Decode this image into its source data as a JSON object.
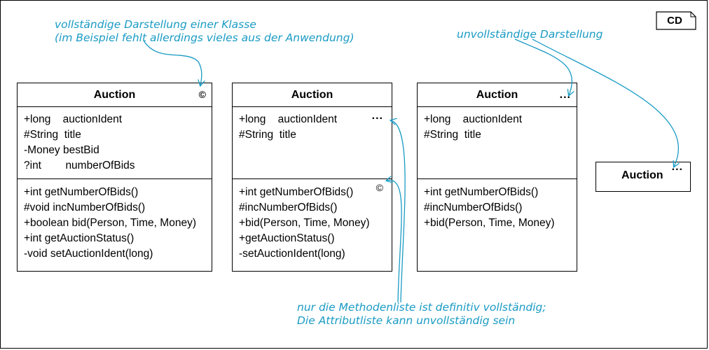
{
  "diagram_tag": "CD",
  "annotations": {
    "full": [
      "vollständige Darstellung einer Klasse",
      "(im Beispiel fehlt allerdings vieles aus der Anwendung)"
    ],
    "incomplete": "unvollständige Darstellung",
    "methods": [
      "nur die Methodenliste ist definitiv vollständig;",
      "Die Attributliste kann unvollständig sein"
    ]
  },
  "classes": [
    {
      "name": "Auction",
      "marker": "©",
      "attributes": [
        "+long    auctionIdent",
        "#String  title",
        "-Money bestBid",
        "?int        numberOfBids"
      ],
      "operations": [
        "+int getNumberOfBids()",
        "#void incNumberOfBids()",
        "+boolean bid(Person, Time, Money)",
        "+int getAuctionStatus()",
        "-void setAuctionIdent(long)"
      ]
    },
    {
      "name": "Auction",
      "attr_marker": "...",
      "ops_marker": "©",
      "attributes": [
        "+long    auctionIdent",
        "#String  title"
      ],
      "operations": [
        "+int getNumberOfBids()",
        "#incNumberOfBids()",
        "+bid(Person, Time, Money)",
        "+getAuctionStatus()",
        "-setAuctionIdent(long)"
      ]
    },
    {
      "name": "Auction",
      "marker": "...",
      "attributes": [
        "+long    auctionIdent",
        "#String  title"
      ],
      "operations": [
        "+int getNumberOfBids()",
        "#incNumberOfBids()",
        "+bid(Person, Time, Money)"
      ]
    },
    {
      "name": "Auction",
      "marker": "..."
    }
  ],
  "colors": {
    "annotation": "#1a9bc4",
    "line": "#000000"
  }
}
